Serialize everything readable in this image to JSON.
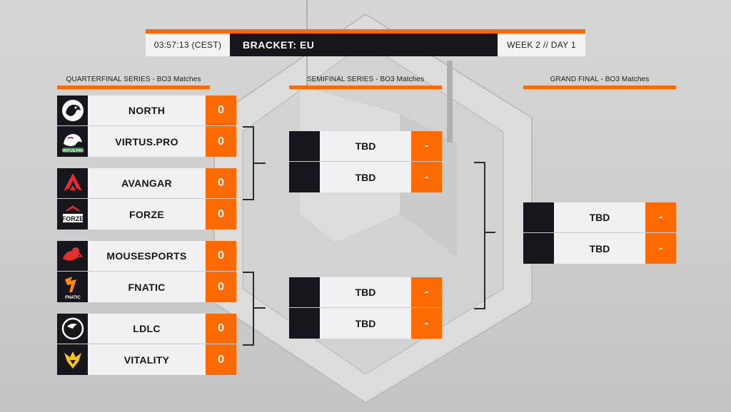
{
  "header": {
    "time": "03:57:13 (CEST)",
    "title": "BRACKET: EU",
    "week": "WEEK 2 // DAY 1"
  },
  "stages": {
    "quarterfinal": "QUARTERFINAL SERIES - BO3 Matches",
    "semifinal": "SEMIFINAL SERIES - BO3 Matches",
    "grand_final": "GRAND FINAL - BO3 Matches"
  },
  "quarterfinals": [
    {
      "team1": {
        "name": "NORTH",
        "score": "0",
        "logo": "north-bear-icon"
      },
      "team2": {
        "name": "VIRTUS.PRO",
        "score": "0",
        "logo": "virtuspro-bear-icon"
      }
    },
    {
      "team1": {
        "name": "AVANGAR",
        "score": "0",
        "logo": "avangar-logo-icon"
      },
      "team2": {
        "name": "FORZE",
        "score": "0",
        "logo": "forze-logo-icon"
      }
    },
    {
      "team1": {
        "name": "MOUSESPORTS",
        "score": "0",
        "logo": "mousesports-mouse-icon"
      },
      "team2": {
        "name": "FNATIC",
        "score": "0",
        "logo": "fnatic-logo-icon"
      }
    },
    {
      "team1": {
        "name": "LDLC",
        "score": "0",
        "logo": "ldlc-horse-icon"
      },
      "team2": {
        "name": "VITALITY",
        "score": "0",
        "logo": "vitality-wasp-icon"
      }
    }
  ],
  "semifinals": [
    {
      "team1": {
        "name": "TBD",
        "score": "-"
      },
      "team2": {
        "name": "TBD",
        "score": "-"
      }
    },
    {
      "team1": {
        "name": "TBD",
        "score": "-"
      },
      "team2": {
        "name": "TBD",
        "score": "-"
      }
    }
  ],
  "grand_final": {
    "team1": {
      "name": "TBD",
      "score": "-"
    },
    "team2": {
      "name": "TBD",
      "score": "-"
    }
  },
  "logo_text": {
    "virtus": "VIRTUS.PRO",
    "forze": "FORZE",
    "fnatic": "FNATIC"
  },
  "colors": {
    "accent": "#ff6a00",
    "dark": "#16161c",
    "panel": "#f1f1f3"
  }
}
